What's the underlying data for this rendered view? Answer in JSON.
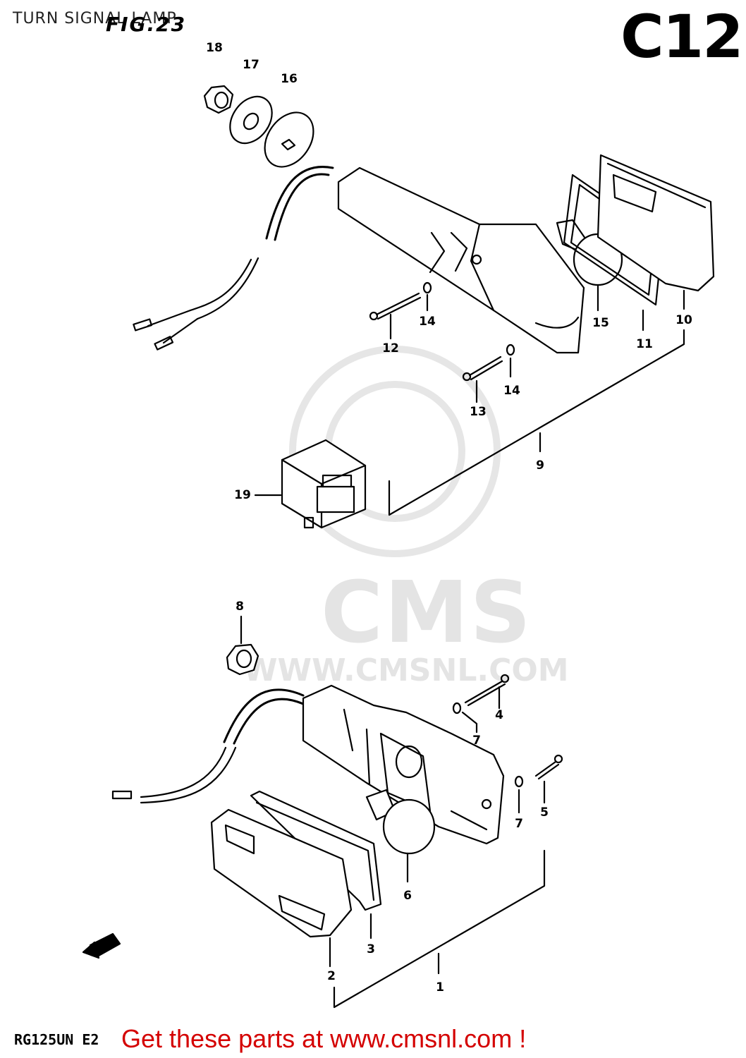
{
  "header": {
    "title": "TURN SIGNAL LAMP",
    "figure": "FIG.23",
    "page_code": "C12"
  },
  "model_code": "RG125UN E2",
  "footer": {
    "link_text": "Get these parts at www.cmsnl.com !"
  },
  "watermark": {
    "logo_text": "CMS",
    "url_text": "WWW.CMSNL.COM"
  },
  "callouts": {
    "c1": "1",
    "c2": "2",
    "c3": "3",
    "c4": "4",
    "c5": "5",
    "c6": "6",
    "c7a": "7",
    "c7b": "7",
    "c8": "8",
    "c9": "9",
    "c10": "10",
    "c11": "11",
    "c12": "12",
    "c13": "13",
    "c14a": "14",
    "c14b": "14",
    "c15": "15",
    "c16": "16",
    "c17": "17",
    "c18": "18",
    "c19": "19"
  }
}
